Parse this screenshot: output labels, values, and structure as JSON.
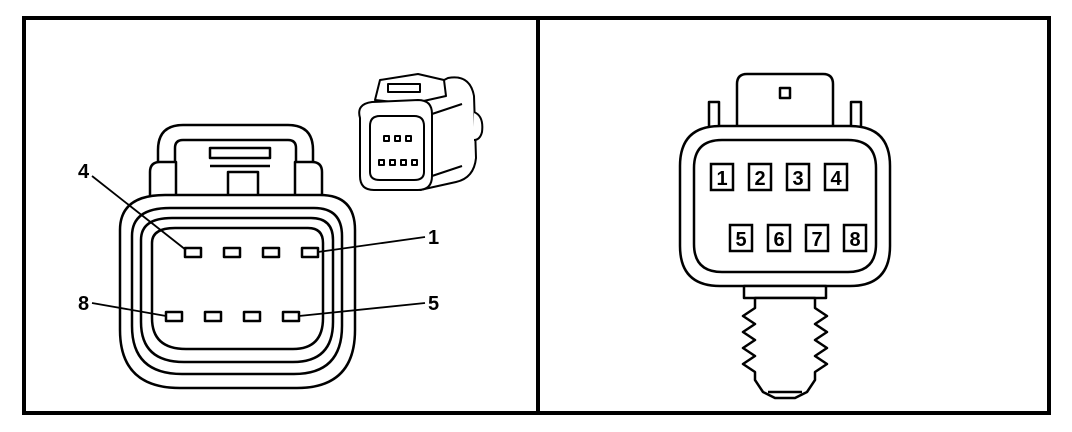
{
  "colors": {
    "ink": "#000000",
    "paper": "#ffffff"
  },
  "left_panel": {
    "callouts": [
      "4",
      "1",
      "8",
      "5"
    ]
  },
  "right_panel": {
    "top_row": [
      "1",
      "2",
      "3",
      "4"
    ],
    "bottom_row": [
      "5",
      "6",
      "7",
      "8"
    ]
  }
}
